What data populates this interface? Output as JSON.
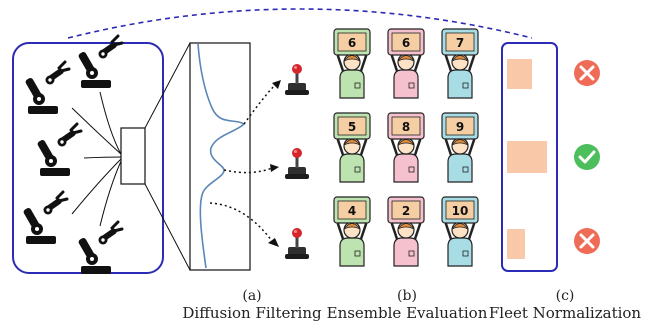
{
  "stages": [
    {
      "letter": "(a)",
      "title": "Diffusion Filtering"
    },
    {
      "letter": "(b)",
      "title": "Ensemble Evaluation"
    },
    {
      "letter": "(c)",
      "title": "Fleet Normalization"
    }
  ],
  "judge_colors": [
    "#bde4b0",
    "#f6c1cf",
    "#a9dde6"
  ],
  "score_rows": [
    {
      "scores": [
        "6",
        "6",
        "7"
      ],
      "verdict": "reject",
      "normalized_share": 0.35
    },
    {
      "scores": [
        "5",
        "8",
        "9"
      ],
      "verdict": "accept",
      "normalized_share": 0.55
    },
    {
      "scores": [
        "4",
        "2",
        "10"
      ],
      "verdict": "reject",
      "normalized_share": 0.25
    }
  ],
  "colors": {
    "frame": "#2b2bb5",
    "curve": "#5b87b5",
    "reject": "#ef6c57",
    "accept": "#4cbf5c",
    "norm_bar": "#f9c8a8",
    "score_card": "#f5cfa3"
  },
  "icons": {
    "robot_arm": "robot-arm-icon",
    "joystick": "joystick-icon",
    "judge": "judge-person-icon",
    "reject": "cross-circle-icon",
    "accept": "check-circle-icon"
  }
}
